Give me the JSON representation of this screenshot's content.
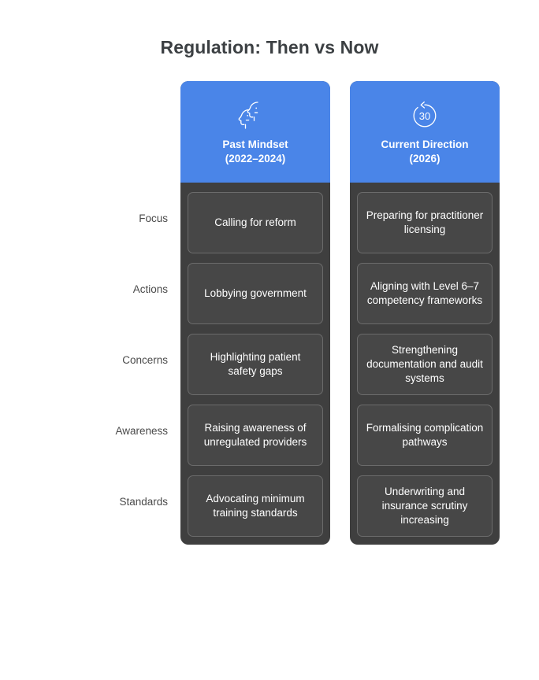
{
  "page": {
    "title": "Regulation: Then vs Now",
    "background_color": "#ffffff",
    "title_color": "#3c4043",
    "accent_color": "#4a85e8",
    "panel_color": "#3f3f3f",
    "cell_color": "#474747"
  },
  "row_labels": [
    {
      "label": "Focus"
    },
    {
      "label": "Actions"
    },
    {
      "label": "Concerns"
    },
    {
      "label": "Awareness"
    },
    {
      "label": "Standards"
    }
  ],
  "columns": [
    {
      "icon": "two-head-profiles-icon",
      "title_line1": "Past Mindset",
      "title_line2": "(2022–2024)",
      "cells": [
        "Calling for reform",
        "Lobbying government",
        "Highlighting patient safety gaps",
        "Raising awareness of unregulated providers",
        "Advocating minimum training standards"
      ]
    },
    {
      "icon": "replay-30-icon",
      "title_line1": "Current Direction",
      "title_line2": "(2026)",
      "cells": [
        "Preparing for practitioner licensing",
        "Aligning with Level 6–7 competency frameworks",
        "Strengthening documentation and audit systems",
        "Formalising complication pathways",
        "Underwriting and insurance scrutiny increasing"
      ]
    }
  ]
}
